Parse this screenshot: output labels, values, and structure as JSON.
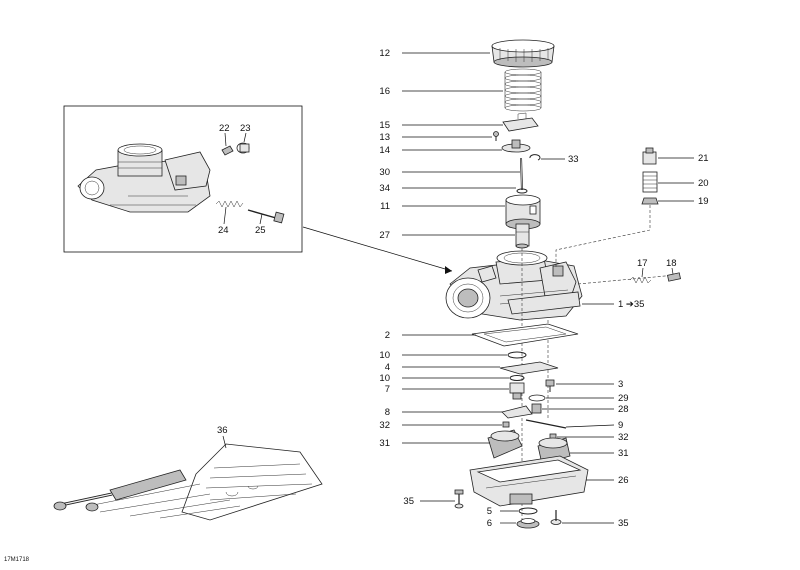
{
  "diagram": {
    "drawing_code": "17M1718",
    "callouts": {
      "c12": "12",
      "c16": "16",
      "c15": "15",
      "c13": "13",
      "c14": "14",
      "c33": "33",
      "c30": "30",
      "c34": "34",
      "c11": "11",
      "c27": "27",
      "c21": "21",
      "c20": "20",
      "c19": "19",
      "c17": "17",
      "c18": "18",
      "c1_35": "1 ➔35",
      "c2": "2",
      "c10a": "10",
      "c4": "4",
      "c10b": "10",
      "c7": "7",
      "c3": "3",
      "c29": "29",
      "c8": "8",
      "c28": "28",
      "c32a": "32",
      "c9": "9",
      "c31a": "31",
      "c32b": "32",
      "c31b": "31",
      "c26": "26",
      "c35a": "35",
      "c5": "5",
      "c6": "6",
      "c35b": "35",
      "c22": "22",
      "c23": "23",
      "c24": "24",
      "c25": "25",
      "c36": "36"
    }
  }
}
